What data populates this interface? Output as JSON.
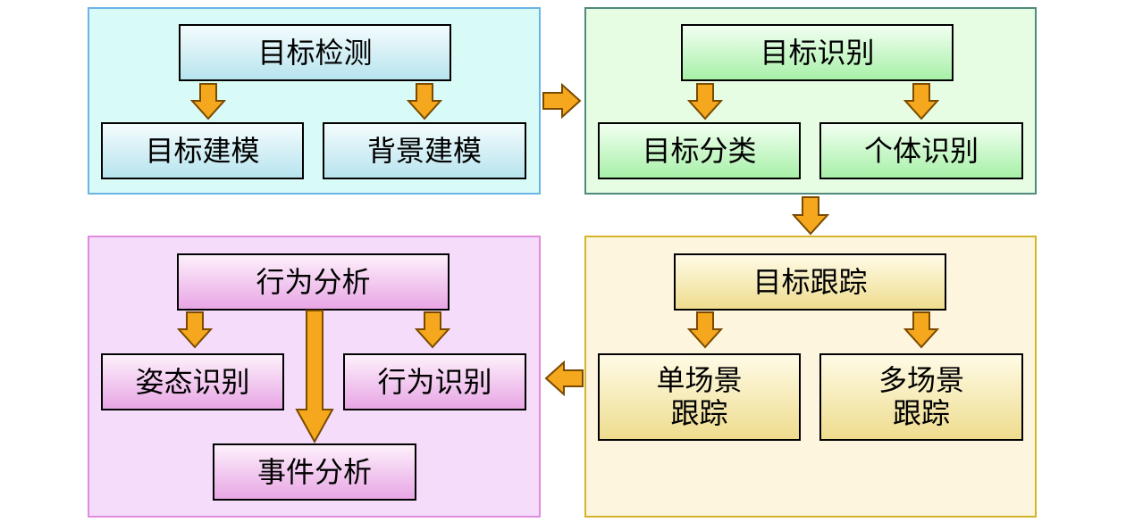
{
  "colors": {
    "arrow_fill": "#f5a81d",
    "arrow_stroke": "#7a4a00",
    "panel_detection_bg": "#d9fbf7",
    "panel_detection_border": "#6bb4e6",
    "panel_recognition_bg": "#e7fde3",
    "panel_recognition_border": "#4f8a7d",
    "panel_tracking_bg": "#fdf5de",
    "panel_tracking_border": "#d4b42a",
    "panel_behavior_bg": "#f5dcfa",
    "panel_behavior_border": "#e08be0"
  },
  "detection": {
    "title": "目标检测",
    "target_model": "目标建模",
    "background_model": "背景建模"
  },
  "recognition": {
    "title": "目标识别",
    "classification": "目标分类",
    "individual": "个体识别"
  },
  "tracking": {
    "title": "目标跟踪",
    "single_scene": "单场景\n跟踪",
    "multi_scene": "多场景\n跟踪"
  },
  "behavior": {
    "title": "行为分析",
    "posture": "姿态识别",
    "behavior_recognition": "行为识别",
    "event_analysis": "事件分析"
  }
}
